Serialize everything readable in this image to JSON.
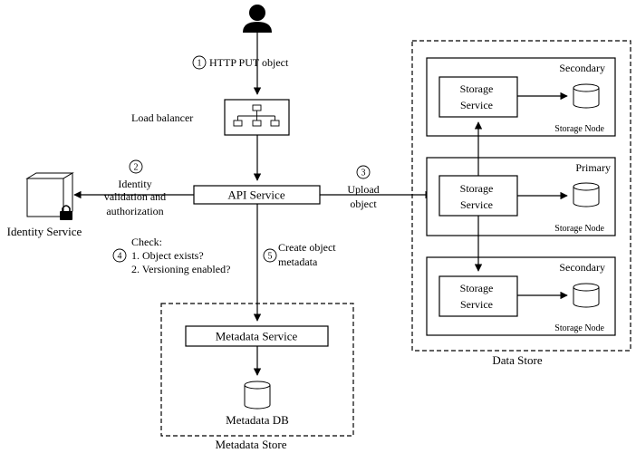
{
  "user": {
    "icon": "user-icon"
  },
  "steps": {
    "step1": {
      "number": "1",
      "label": "HTTP PUT object"
    },
    "step2": {
      "number": "2",
      "lines": [
        "Identity",
        "validation and",
        "authorization"
      ]
    },
    "step3": {
      "number": "3",
      "lines": [
        "Upload",
        "object"
      ]
    },
    "step4": {
      "number": "4",
      "heading": "Check:",
      "lines": [
        "1. Object exists?",
        "2. Versioning enabled?"
      ]
    },
    "step5": {
      "number": "5",
      "lines": [
        "Create object",
        "metadata"
      ]
    }
  },
  "load_balancer": {
    "label": "Load balancer",
    "icon": "hierarchy-icon"
  },
  "api_service": {
    "label": "API Service"
  },
  "identity_service": {
    "label": "Identity Service",
    "icon": "lock-icon"
  },
  "metadata_store": {
    "label": "Metadata Store",
    "service_label": "Metadata Service",
    "db_label": "Metadata DB",
    "db_icon": "database-icon"
  },
  "data_store": {
    "label": "Data Store",
    "nodes": [
      {
        "role": "Secondary",
        "service_label": [
          "Storage",
          "Service"
        ],
        "node_label": "Storage Node"
      },
      {
        "role": "Primary",
        "service_label": [
          "Storage",
          "Service"
        ],
        "node_label": "Storage Node"
      },
      {
        "role": "Secondary",
        "service_label": [
          "Storage",
          "Service"
        ],
        "node_label": "Storage Node"
      }
    ]
  }
}
